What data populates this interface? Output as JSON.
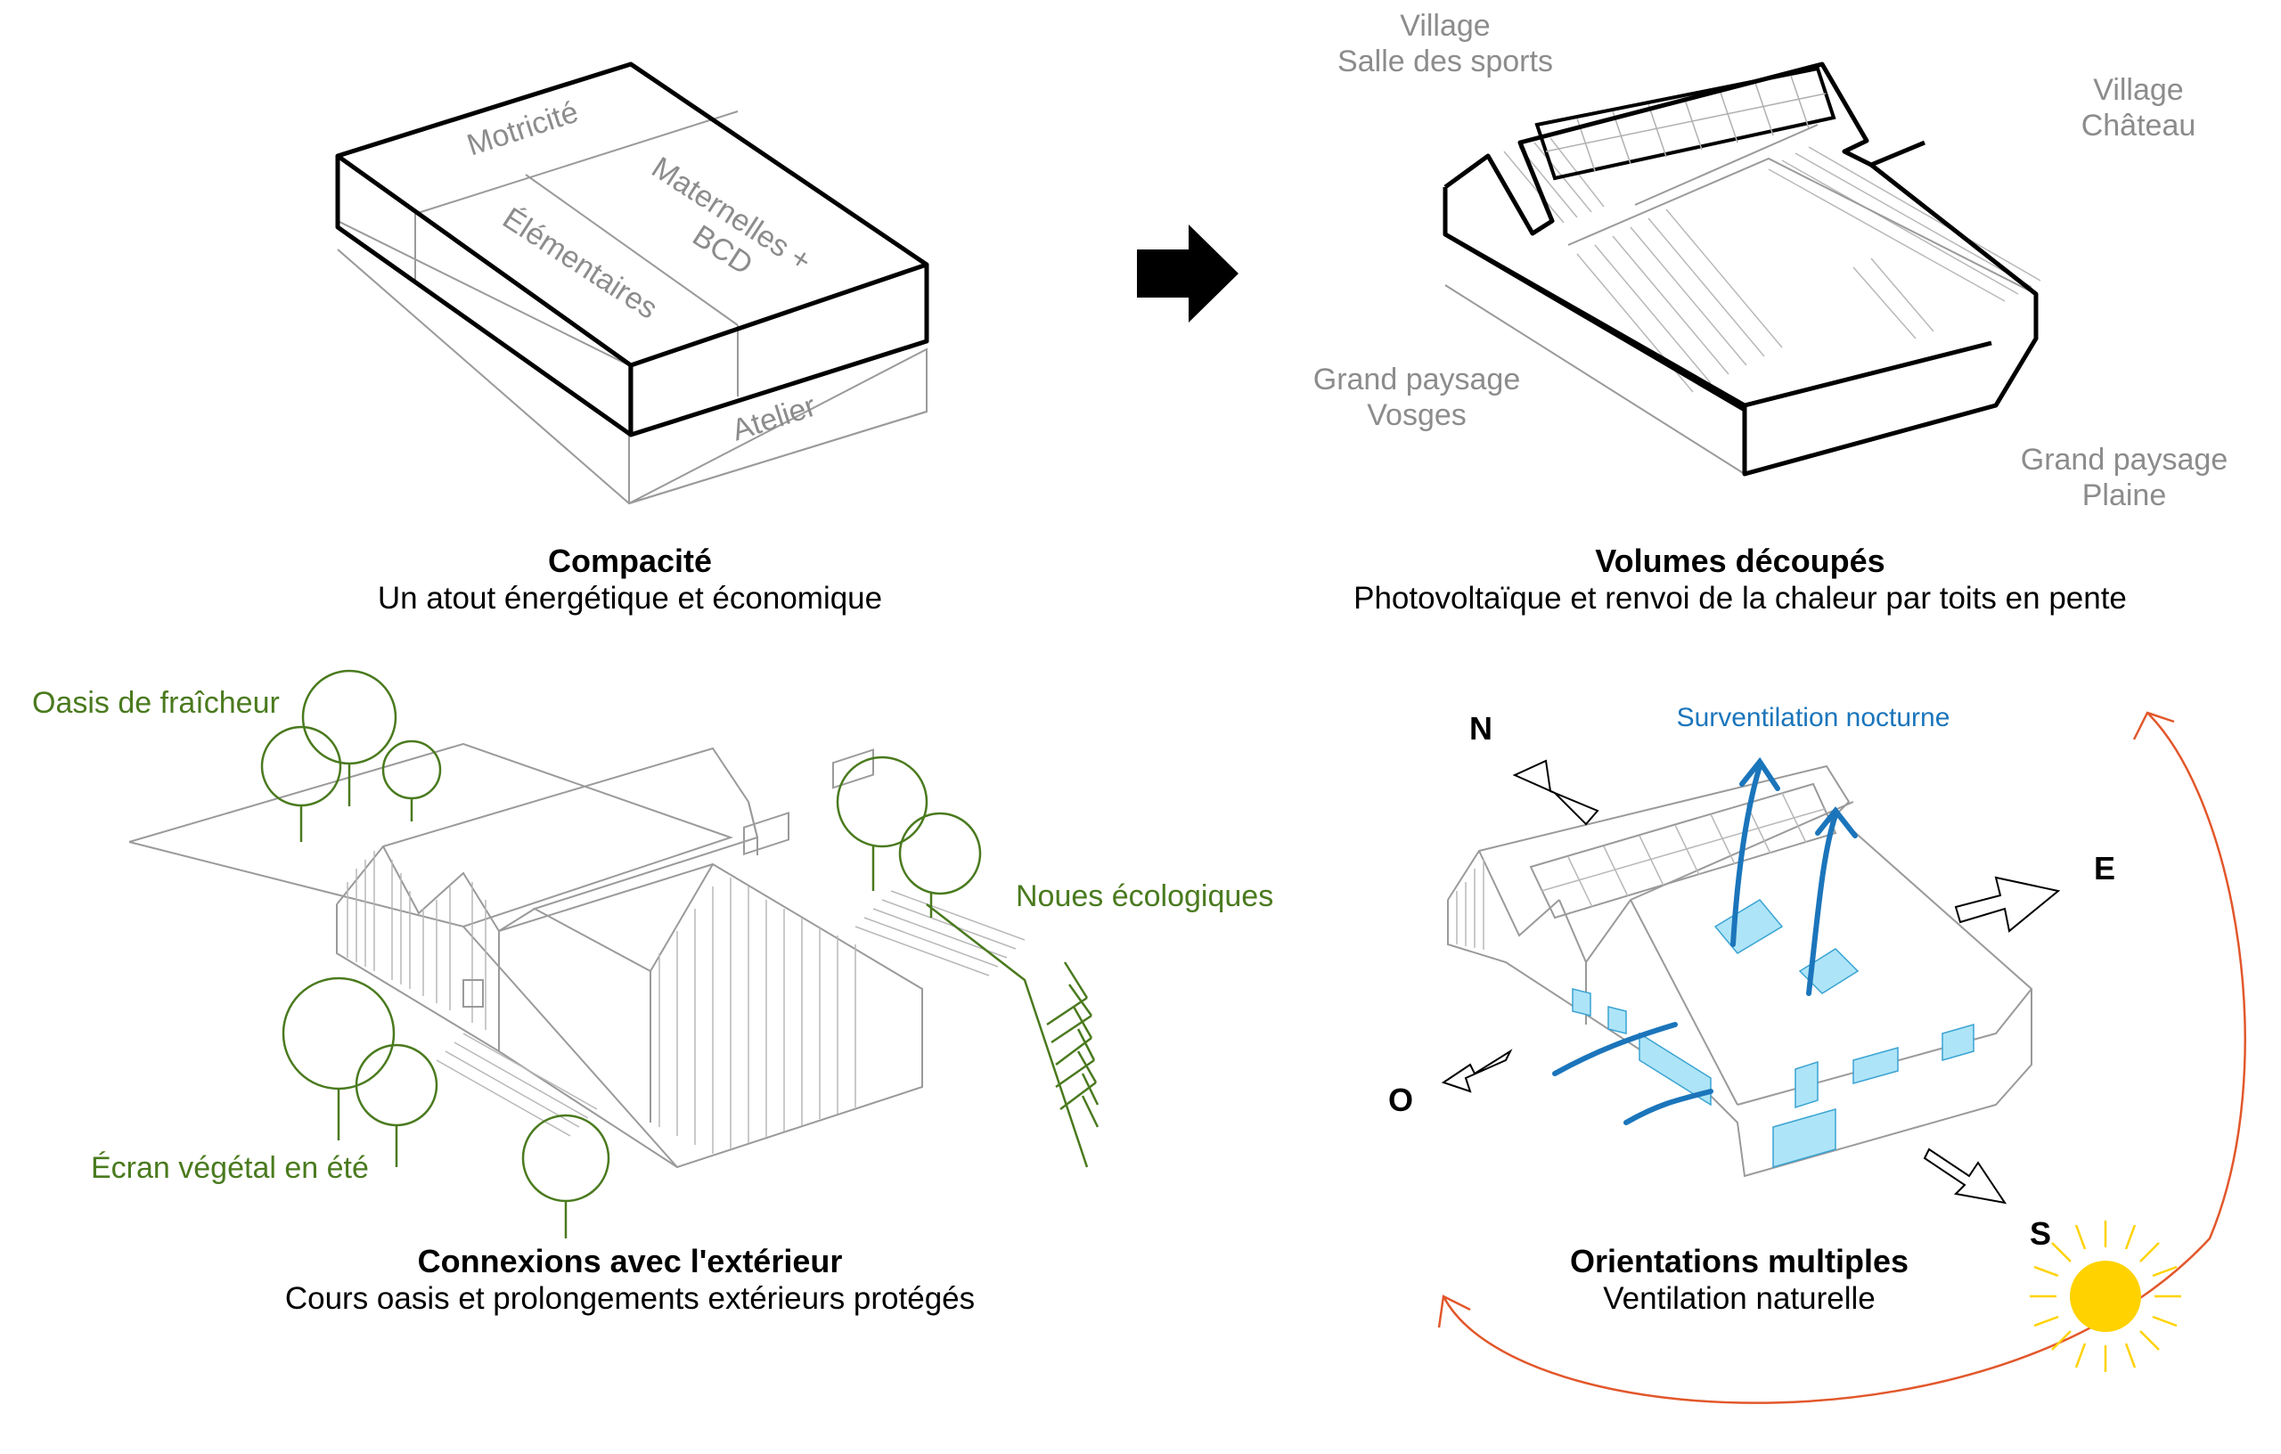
{
  "panels": {
    "compacite": {
      "title": "Compacité",
      "subtitle": "Un atout énergétique et économique",
      "labels": {
        "motricite": "Motricité",
        "maternelles_1": "Maternelles +",
        "maternelles_2": "BCD",
        "elementaires": "Élémentaires",
        "atelier": "Atelier"
      }
    },
    "volumes": {
      "title": "Volumes découpés",
      "subtitle": "Photovoltaïque et renvoi de la chaleur par toits en pente",
      "labels": {
        "village_sports_1": "Village",
        "village_sports_2": "Salle des sports",
        "village_chateau_1": "Village",
        "village_chateau_2": "Château",
        "vosges_1": "Grand paysage",
        "vosges_2": "Vosges",
        "plaine_1": "Grand paysage",
        "plaine_2": "Plaine"
      }
    },
    "connexions": {
      "title": "Connexions avec l'extérieur",
      "subtitle": "Cours oasis et prolongements extérieurs protégés",
      "labels": {
        "oasis": "Oasis de fraîcheur",
        "noues": "Noues écologiques",
        "ecran": "Écran végétal en été"
      }
    },
    "orientations": {
      "title": "Orientations multiples",
      "subtitle": "Ventilation naturelle",
      "labels": {
        "surventilation": "Surventilation nocturne"
      },
      "compass": {
        "n": "N",
        "e": "E",
        "o": "O",
        "s": "S"
      }
    }
  },
  "colors": {
    "green": "#4a7a1e",
    "blue": "#1b75bb",
    "sun": "#ffd200",
    "sun_path": "#e2572b",
    "glass": "#aee4f7"
  }
}
